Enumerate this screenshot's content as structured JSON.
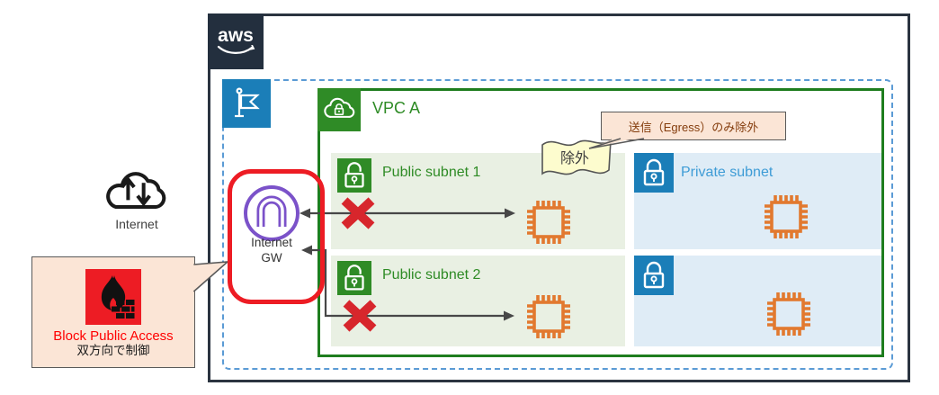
{
  "logo": {
    "text": "aws"
  },
  "vpc": {
    "label": "VPC A"
  },
  "internet": {
    "label": "Internet"
  },
  "internet_gateway": {
    "label_line1": "Internet",
    "label_line2": "GW"
  },
  "subnets": {
    "public1": {
      "label": "Public subnet 1"
    },
    "public2": {
      "label": "Public subnet 2"
    },
    "private1": {
      "label": "Private subnet"
    },
    "private2": {
      "label": ""
    }
  },
  "callouts": {
    "egress": {
      "text": "送信（Egress）のみ除外"
    },
    "exclusion_note": {
      "text": "除外"
    },
    "block_public_access": {
      "title": "Block Public Access",
      "subtitle": "双方向で制御"
    }
  },
  "icons": [
    "aws-logo",
    "flag-icon",
    "vpc-cloud-lock-icon",
    "public-subnet-lock-icon",
    "private-subnet-lock-icon",
    "ec2-instance-icon",
    "internet-gateway-icon",
    "internet-cloud-icon",
    "firewall-flame-icon",
    "red-x-icon"
  ],
  "colors": {
    "aws_navy": "#232F3E",
    "region_dashed_blue": "#5B9BD5",
    "vpc_green_border": "#1E7D1E",
    "subnet_green_fill": "#E9F0E3",
    "subnet_blue_fill": "#DFECF6",
    "icon_green": "#2F8B26",
    "icon_blue": "#1B7EB8",
    "ec2_orange": "#E2792F",
    "igw_purple": "#7B52C9",
    "block_red": "#ED1C24",
    "x_red": "#D7262C",
    "callout_peach": "#FBE5D6",
    "note_yellow": "#FDFCCE"
  }
}
